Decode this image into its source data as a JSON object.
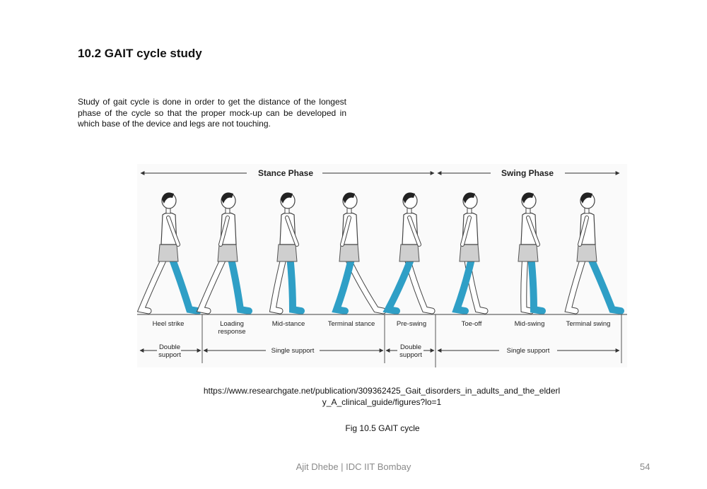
{
  "heading": "10.2 GAIT cycle study",
  "paragraph": "Study of gait cycle is done in order to get the distance of the longest phase of the cycle so that the proper  mock-up can be developed in  which base of the device and legs are not touching.",
  "figure": {
    "stance_label": "Stance Phase",
    "swing_label": "Swing Phase",
    "phases": [
      {
        "name": "Heel strike"
      },
      {
        "name": "Loading response"
      },
      {
        "name": "Mid-stance"
      },
      {
        "name": "Terminal stance"
      },
      {
        "name": "Pre-swing"
      },
      {
        "name": "Toe-off"
      },
      {
        "name": "Mid-swing"
      },
      {
        "name": "Terminal swing"
      }
    ],
    "support": {
      "double1": "Double support",
      "single1": "Single support",
      "double2": "Double support",
      "single2": "Single support"
    },
    "colors": {
      "leg": "#2f9fc6",
      "shorts": "#cfcfcf",
      "skin": "#ffffff"
    }
  },
  "source_url_line1": "https://www.researchgate.net/publication/309362425_Gait_disorders_in_adults_and_the_elderl",
  "source_url_line2": "y_A_clinical_guide/figures?lo=1",
  "caption": "Fig 10.5 GAIT cycle",
  "footer": "Ajit Dhebe | IDC IIT Bombay",
  "page_number": "54"
}
